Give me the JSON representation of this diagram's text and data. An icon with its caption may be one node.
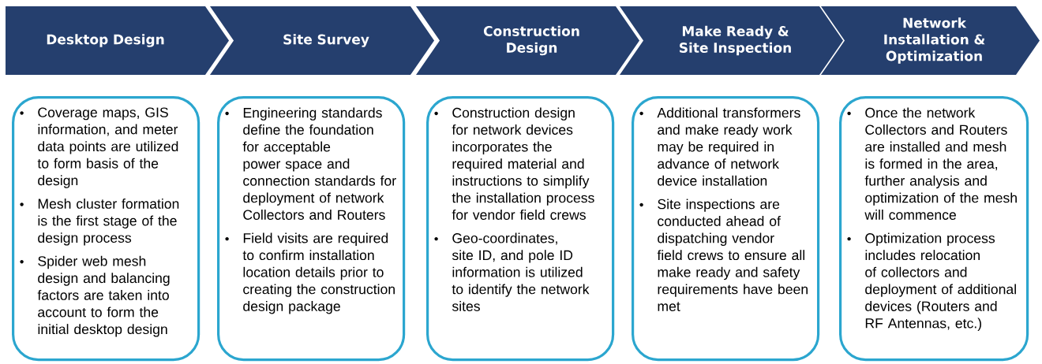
{
  "diagram": {
    "nodes": [
      {
        "text": [
          "Desktop Design"
        ]
      },
      {
        "text": [
          "Site Survey"
        ]
      },
      {
        "text": [
          "Construction Design"
        ]
      },
      {
        "text": [
          "Make Ready & Site Inspection"
        ]
      },
      {
        "text": [
          "Network Installation & Optimization"
        ]
      },
      {
        "text": [
          "Coverage maps, GIS information, and meter data points are utilized to form basis of the design",
          "Mesh cluster formation is the first stage of the design process",
          "Spider web mesh design and balancing factors are taken into account to form the initial desktop design"
        ]
      },
      {
        "text": [
          "Engineering standards define the foundation for acceptable power space and connection standards for deployment of network Collectors and Routers",
          "Field visits are required to confirm installation location details prior to creating the construction design package"
        ]
      },
      {
        "text": [
          "Construction design for network devices incorporates the required material and instructions to simplify the installation process for vendor field crews",
          "Geo-coordinates, site ID, and pole ID information is utilized to identify the network sites"
        ]
      },
      {
        "text": [
          "Additional transformers and make ready work may be required in advance of network device installation",
          "Site inspections are conducted ahead of dispatching vendor field crews to ensure all make ready and safety requirements have been met"
        ]
      },
      {
        "text": [
          "Once the network Collectors and Routers are installed and mesh is formed in the area, further analysis and optimization of the mesh will commence",
          "Optimization process includes relocation of collectors and deployment of additional devices (Routers and RF Antennas, etc.)"
        ]
      }
    ]
  }
}
